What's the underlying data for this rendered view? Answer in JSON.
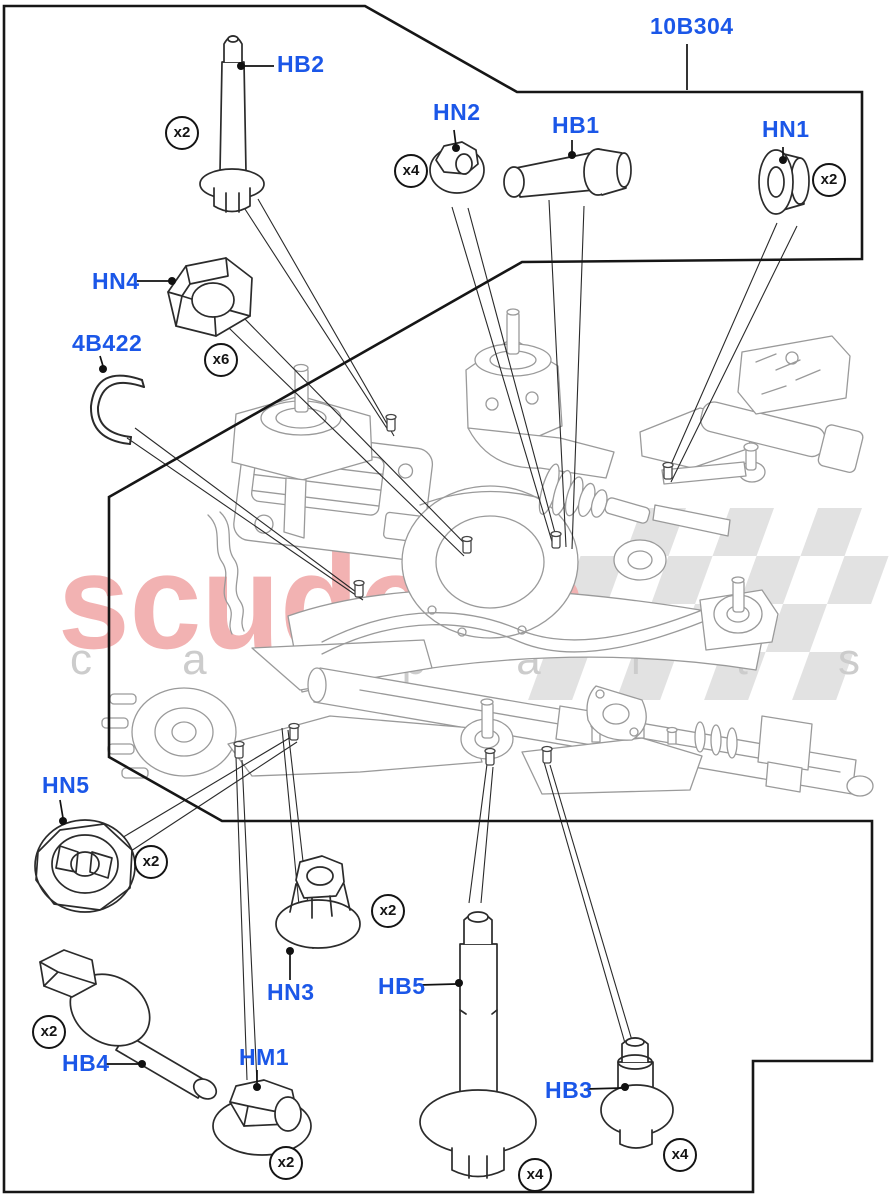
{
  "diagram": {
    "assembly_code": "10B304",
    "watermark": {
      "brand": "scuderia",
      "subtext": "c a r p a r t s"
    },
    "colors": {
      "label_blue": "#1b57e8",
      "line_black": "#161616",
      "art_gray": "#9a9a9a",
      "watermark_red": "#f2b2b2",
      "watermark_gray": "#cccccc",
      "checker_gray": "#e2e2e2"
    },
    "parts": [
      {
        "id": "HB2",
        "label": "HB2",
        "qty": "x2"
      },
      {
        "id": "10B304",
        "label": "10B304",
        "qty": null
      },
      {
        "id": "HN2",
        "label": "HN2",
        "qty": "x4"
      },
      {
        "id": "HB1",
        "label": "HB1",
        "qty": null
      },
      {
        "id": "HN1",
        "label": "HN1",
        "qty": "x2"
      },
      {
        "id": "HN4",
        "label": "HN4",
        "qty": "x6"
      },
      {
        "id": "4B422",
        "label": "4B422",
        "qty": null
      },
      {
        "id": "HN5",
        "label": "HN5",
        "qty": "x2"
      },
      {
        "id": "HN3",
        "label": "HN3",
        "qty": "x2"
      },
      {
        "id": "HB4",
        "label": "HB4",
        "qty": "x2"
      },
      {
        "id": "HM1",
        "label": "HM1",
        "qty": "x2"
      },
      {
        "id": "HB5",
        "label": "HB5",
        "qty": "x4"
      },
      {
        "id": "HB3",
        "label": "HB3",
        "qty": "x4"
      }
    ]
  }
}
